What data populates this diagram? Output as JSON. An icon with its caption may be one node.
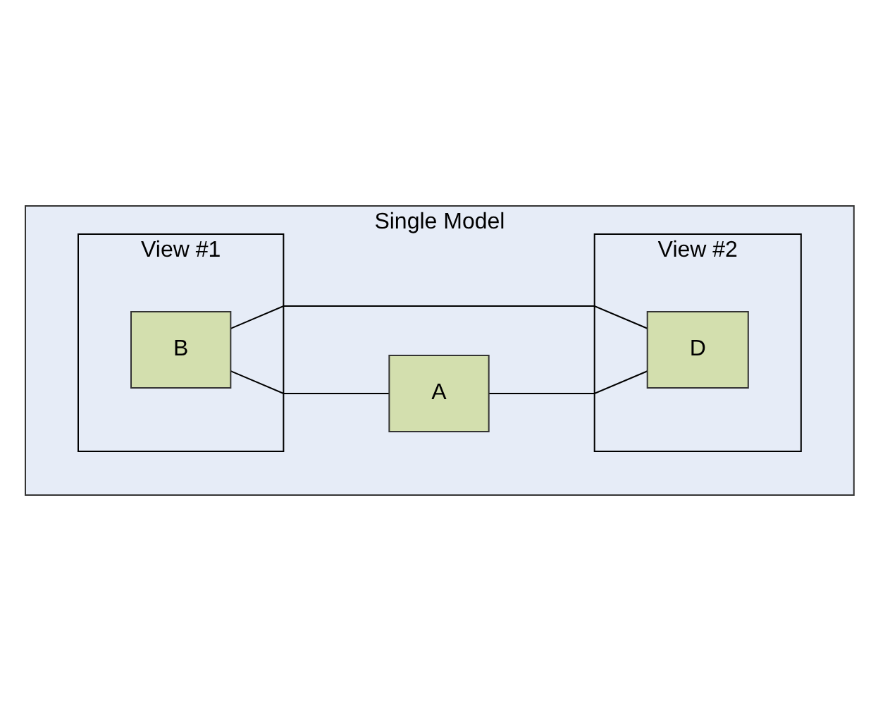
{
  "diagram": {
    "nodes": [
      {
        "text": [
          "Single Model"
        ]
      },
      {
        "text": [
          "View #1"
        ],
        "in": 0
      },
      {
        "text": [
          "B"
        ],
        "in": 1
      },
      {
        "text": [
          "View #2"
        ],
        "in": 0
      },
      {
        "text": [
          "A"
        ],
        "in": 0
      },
      {
        "text": [
          "D"
        ],
        "in": 3
      }
    ],
    "edges": [
      {
        "from": 2,
        "to": 4,
        "arrow": "none"
      },
      {
        "from": 2,
        "to": 5,
        "arrow": "none"
      },
      {
        "from": 4,
        "to": 5,
        "arrow": "none"
      }
    ]
  }
}
